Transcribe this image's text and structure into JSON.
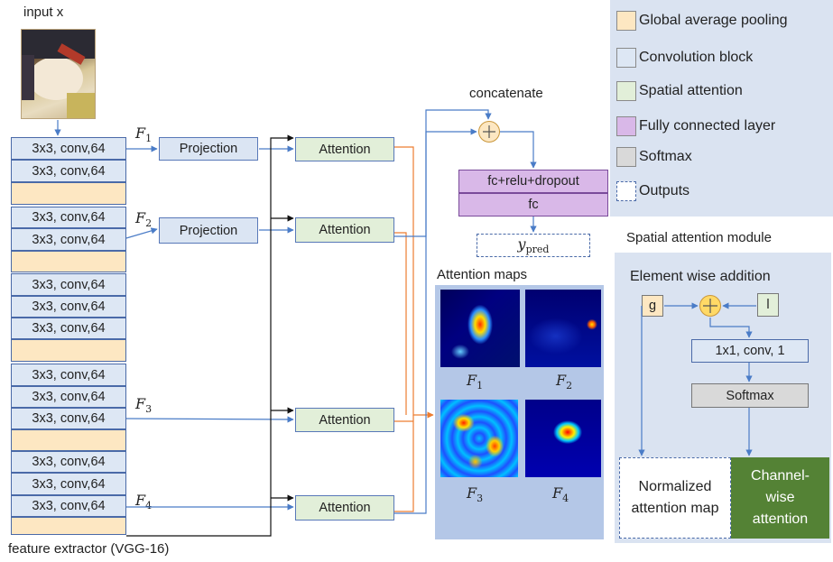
{
  "input_label": "input x",
  "feature_extractor_label": "feature extractor (VGG-16)",
  "conv_label": "3x3, conv,64",
  "feature_labels": {
    "f1": "F",
    "f1_sub": "1",
    "f2": "F",
    "f2_sub": "2",
    "f3": "F",
    "f3_sub": "3",
    "f4": "F",
    "f4_sub": "4"
  },
  "projection_label": "Projection",
  "attention_label": "Attention",
  "concatenate_label": "concatenate",
  "fc_relu_dropout_label": "fc+relu+dropout",
  "fc_label": "fc",
  "y_pred": {
    "base": "y",
    "sub": "pred"
  },
  "attention_maps_title": "Attention maps",
  "legend": {
    "items": [
      {
        "label": "Global average pooling",
        "color": "#fde7c2"
      },
      {
        "label": "Convolution block",
        "color": "#dde7f4"
      },
      {
        "label": "Spatial attention",
        "color": "#e2efd9"
      },
      {
        "label": "Fully connected layer",
        "color": "#d9b8e8"
      },
      {
        "label": "Softmax",
        "color": "#d9d9d9"
      },
      {
        "label": "Outputs",
        "color": "#ffffff"
      }
    ]
  },
  "module": {
    "title": "Spatial attention module",
    "element_wise": "Element wise addition",
    "g": "g",
    "l": "l",
    "conv": "1x1, conv, 1",
    "softmax": "Softmax",
    "normalized": "Normalized attention map",
    "channel": "Channel-wise attention"
  },
  "colors": {
    "panel_bg": "#dae3f1",
    "maps_panel_bg": "#b4c7e7",
    "arrow_blue": "#4a7cc7",
    "arrow_orange": "#ed7d31",
    "channel_green": "#548235"
  }
}
